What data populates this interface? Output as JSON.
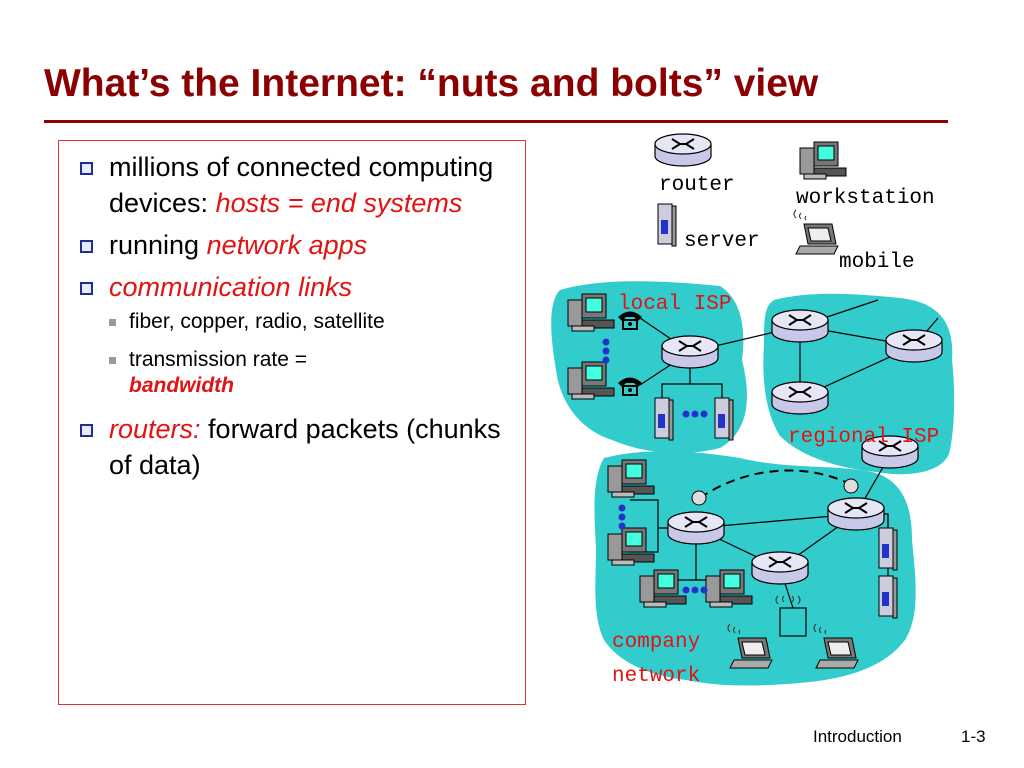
{
  "title": "What’s the Internet: “nuts and bolts” view",
  "bullets": {
    "b1_text": "millions of connected computing devices: ",
    "b1_em": "hosts = end systems",
    "b2_text": " running ",
    "b2_em": "network apps",
    "b3_em": "communication links",
    "sub1": "fiber, copper, radio, satellite",
    "sub2_text": "transmission rate = ",
    "sub2_bold": "bandwidth",
    "b4_em": "routers:",
    "b4_text": " forward packets (chunks of data)"
  },
  "legend": {
    "router": "router",
    "workstation": "workstation",
    "server": "server",
    "mobile": "mobile"
  },
  "regions": {
    "local_isp": "local ISP",
    "regional_isp": "regional ISP",
    "company_line1": "company",
    "company_line2": "network"
  },
  "footer": {
    "left": "Introduction",
    "right": "1-3"
  },
  "colors": {
    "title": "#8b0000",
    "accent_red": "#e31313",
    "cloud": "#33cccc",
    "node_blue": "#2233cc"
  }
}
